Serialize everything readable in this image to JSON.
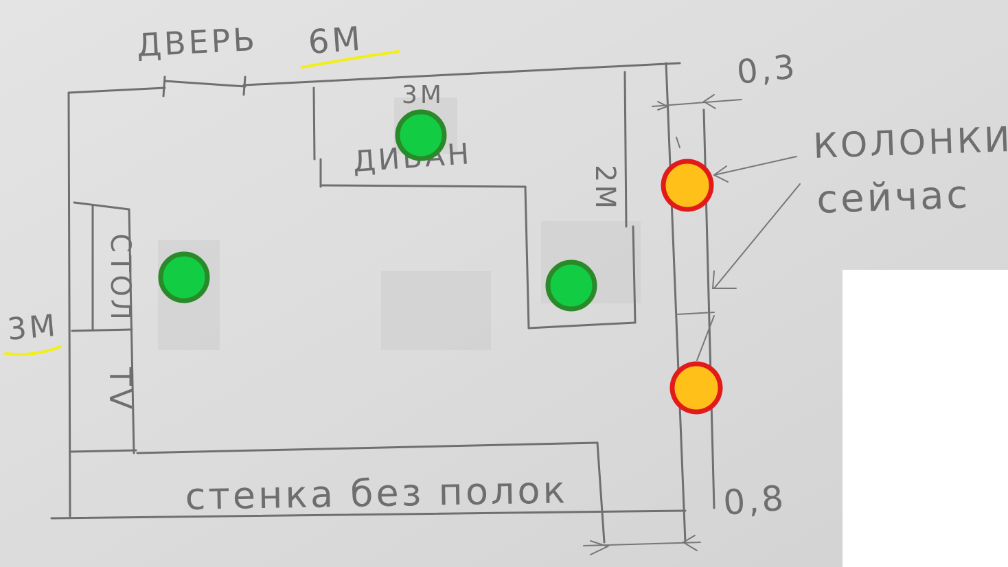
{
  "labels": {
    "door": "ДВЕРЬ",
    "width": "6М",
    "height": "3М",
    "wall_offset_top": "0,3",
    "wall_offset_bottom": "0,8",
    "speakers_line1": "КОЛОНКИ",
    "speakers_line2": "сейчас",
    "sofa": "ДИВАН",
    "sofa_len": "3М",
    "side_len": "2М",
    "desk": "СТОЛ",
    "tv": "TV",
    "wall_unit": "стенка без полок"
  },
  "markers": [
    {
      "id": "spot-1",
      "color": "#12cc44",
      "ring": "#2a8a2a"
    },
    {
      "id": "spot-2",
      "color": "#12cc44",
      "ring": "#2a8a2a"
    },
    {
      "id": "spot-3",
      "color": "#12cc44",
      "ring": "#2a8a2a"
    },
    {
      "id": "speaker-1",
      "color": "#ffc01a",
      "ring": "#e21a1a"
    },
    {
      "id": "speaker-2",
      "color": "#ffc01a",
      "ring": "#e21a1a"
    }
  ],
  "colors": {
    "paper": "#dedede",
    "pencil": "#6f6f6f",
    "highlight": "#f2ee1a"
  }
}
